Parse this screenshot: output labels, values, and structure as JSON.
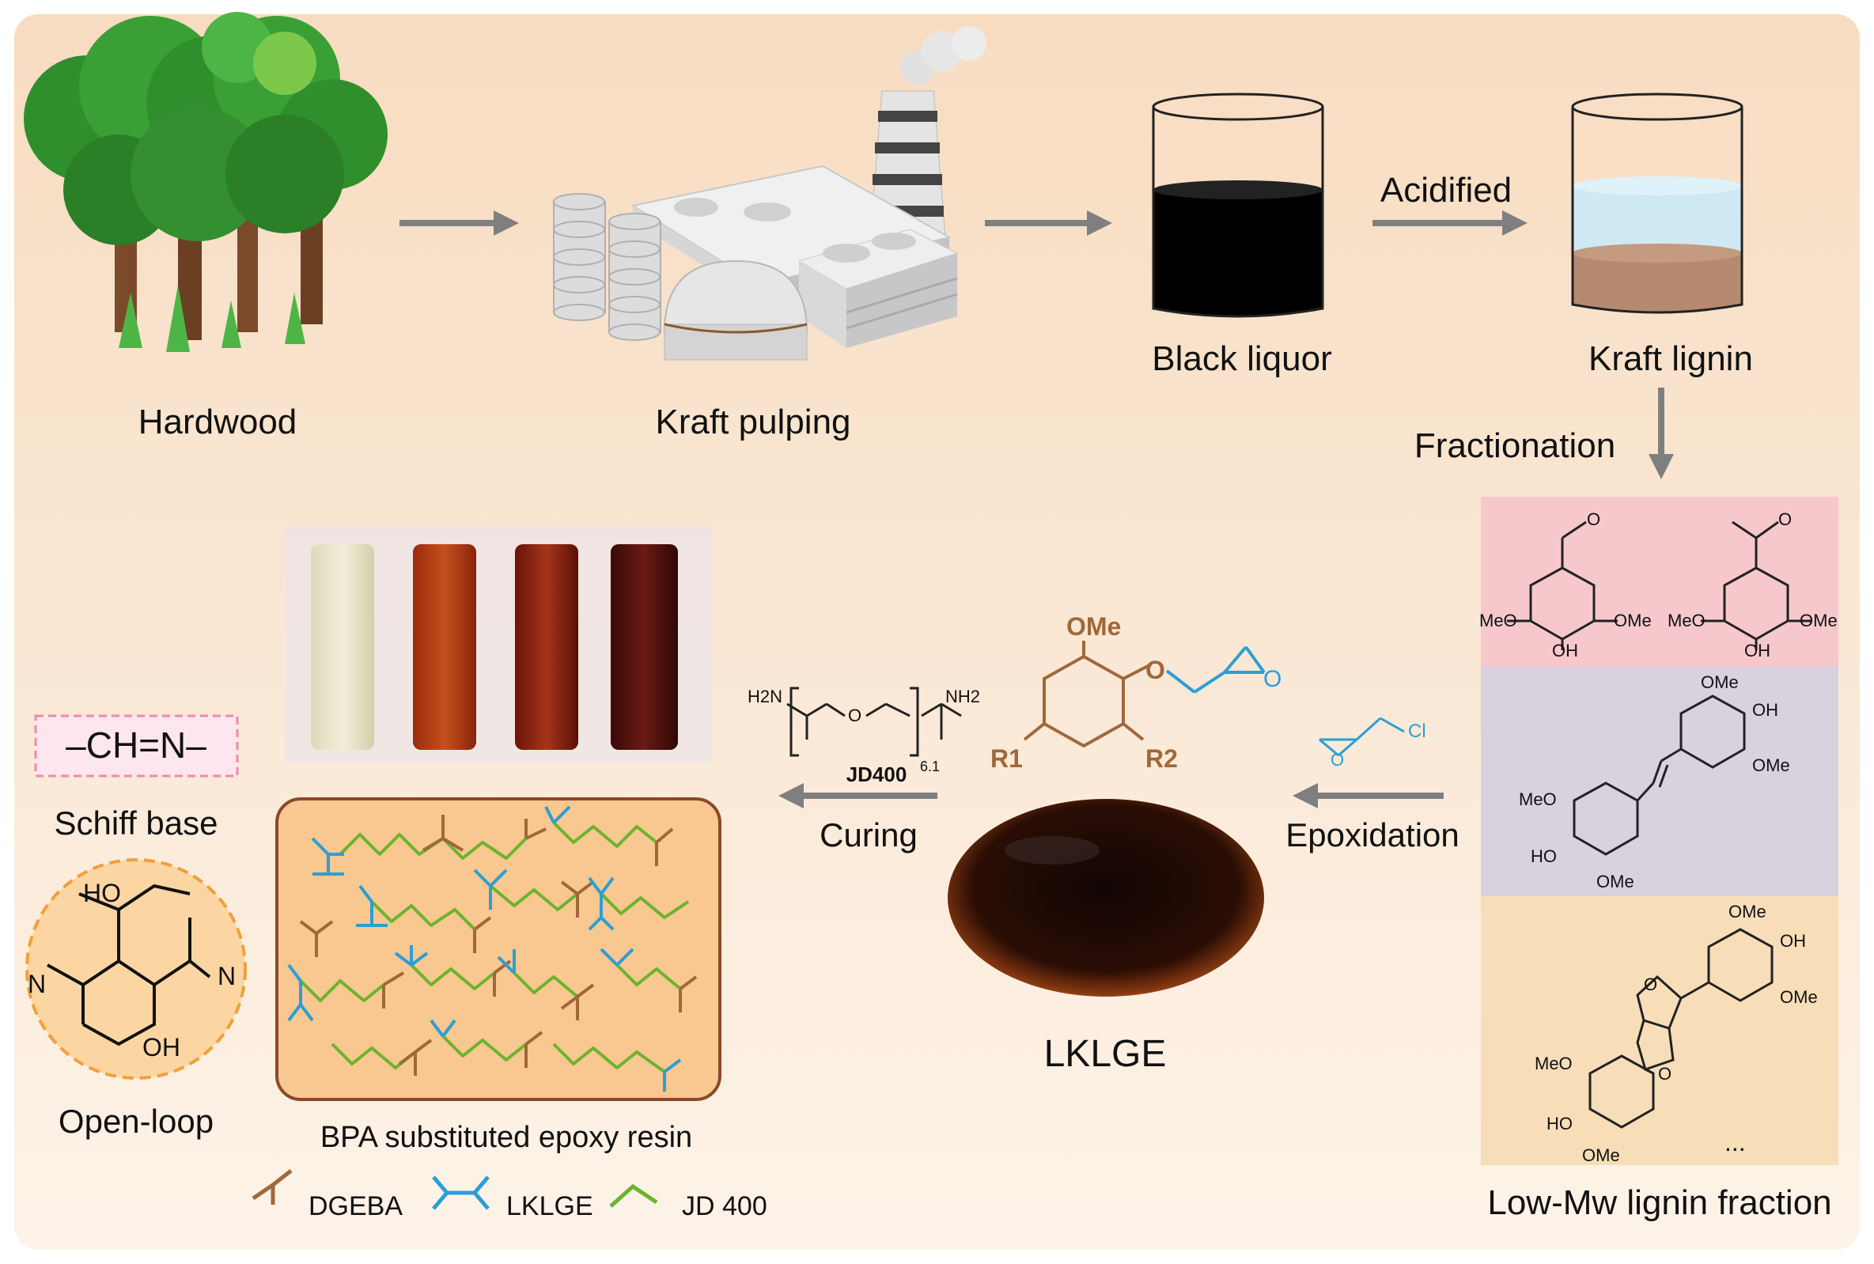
{
  "labels": {
    "hardwood": "Hardwood",
    "kraft_pulping": "Kraft pulping",
    "black_liquor": "Black liquor",
    "kraft_lignin": "Kraft lignin",
    "acidified": "Acidified",
    "fractionation": "Fractionation",
    "epoxidation": "Epoxidation",
    "curing": "Curing",
    "lklge": "LKLGE",
    "low_mw": "Low-Mw lignin fraction",
    "bpa_resin": "BPA substituted epoxy resin",
    "schiff_base": "Schiff base",
    "open_loop": "Open-loop"
  },
  "legend": [
    {
      "label": "DGEBA",
      "color": "#a0683a",
      "icon": "y-branch-icon"
    },
    {
      "label": "LKLGE",
      "color": "#2a9fd6",
      "icon": "h-branch-icon"
    },
    {
      "label": "JD 400",
      "color": "#6ab42e",
      "icon": "zigzag-icon"
    }
  ],
  "chem": {
    "ome": "OMe",
    "meo": "MeO",
    "oh": "OH",
    "ho": "HO",
    "o": "O",
    "cl": "Cl",
    "r1": "R1",
    "r2": "R2",
    "h2n": "H2N",
    "nh2": "NH2",
    "n_sub": "6.1",
    "jd400": "JD400",
    "schiff_formula": "–CH=N–",
    "ho_ring": "HO",
    "oh_ring": "OH",
    "n": "N",
    "ellipsis": "..."
  },
  "colors": {
    "background_top": "#f7dcc1",
    "background_bottom": "#fdf3e8",
    "arrow": "#7f7f7f",
    "brown": "#a0683a",
    "blue": "#2a9fd6",
    "green": "#6ab42e",
    "pink_panel": "#f6c8cc",
    "purple_panel": "#d8d2df",
    "beige_panel": "#f7deb8",
    "orange_dash": "#f0a03a",
    "schiff_pink": "#f08aa8"
  }
}
